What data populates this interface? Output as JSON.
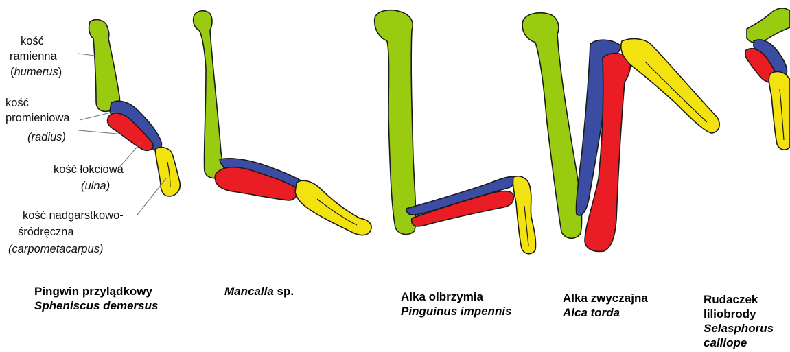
{
  "colors": {
    "humerus": "#99cc11",
    "radius": "#3b4da3",
    "ulna": "#ea1c24",
    "carpometacarpus": "#f2e20f",
    "outline": "#1a1a1a"
  },
  "labels": {
    "humerus_pl_1": "kość",
    "humerus_pl_2": "ramienna",
    "humerus_pl_open": "(",
    "humerus_latin": "humerus",
    "humerus_pl_close": ")",
    "radius_pl_1": "kość",
    "radius_pl_2": "promieniowa",
    "radius_latin": "(radius)",
    "ulna_pl": "kość łokciowa",
    "ulna_latin": "(ulna)",
    "cmc_pl_1": "kość nadgarstkowo-",
    "cmc_pl_2": "śródręczna",
    "cmc_latin": "(carpometacarpus)"
  },
  "captions": [
    {
      "common": "Pingwin przylądkowy",
      "latin": "Spheniscus demersus"
    },
    {
      "genus": "Mancalla",
      "suffix": " sp."
    },
    {
      "common": "Alka olbrzymia",
      "latin": "Pinguinus impennis"
    },
    {
      "common": "Alka zwyczajna",
      "latin": "Alca torda"
    },
    {
      "common_1": "Rudaczek",
      "common_2": "liliobrody",
      "latin_1": "Selasphorus",
      "latin_2": "calliope"
    }
  ],
  "specimens": [
    {
      "id": "spheniscus"
    },
    {
      "id": "mancalla"
    },
    {
      "id": "pinguinus"
    },
    {
      "id": "alca"
    },
    {
      "id": "selasphorus"
    }
  ]
}
